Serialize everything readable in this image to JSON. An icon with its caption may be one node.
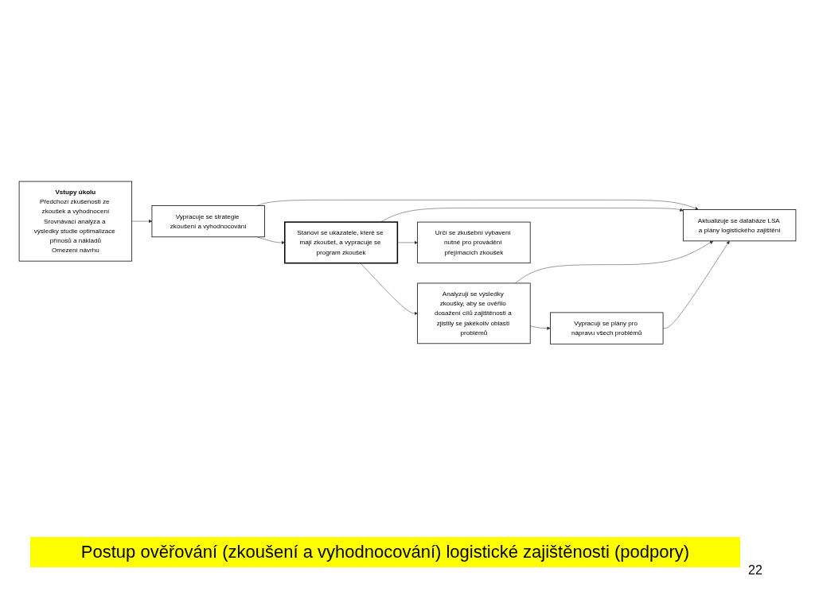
{
  "diagram": {
    "caption": "Postup ověřování (zkoušení a vyhodnocování) logistické zajištěnosti (podpory)",
    "nodes": [
      {
        "text": [
          "Vstupy úkolu",
          "Předchozí zkušenosti ze zkoušek a vyhodnocení",
          "Srovnávací analýza a výsledky studie optimalizace přínosů a nákladů",
          "Omezení návrhu"
        ]
      },
      {
        "text": [
          "Vypracuje se strategie zkoušení a vyhodnocování"
        ]
      },
      {
        "text": [
          "Aktualizuje se databáze LSA a plány logistického zajištění"
        ]
      },
      {
        "text": [
          "Určí se zkušební vybavení nutné pro provádění přejímacích zkoušek"
        ]
      },
      {
        "text": [
          "Stanoví se ukazatele, které se mají zkoušet, a vypracuje se program zkoušek"
        ]
      },
      {
        "text": [
          "Analyzují se výsledky zkoušky, aby se ověřilo dosažení cílů zajištěnosti a zjistily se jakékoliv oblasti problémů"
        ]
      },
      {
        "text": [
          "Vypracují se plány pro nápravu všech problémů"
        ]
      }
    ],
    "edges": [
      {
        "from": 0,
        "to": 1,
        "arrow": "to"
      },
      {
        "from": 1,
        "to": 2,
        "arrow": "to"
      },
      {
        "from": 4,
        "to": 2,
        "arrow": "to"
      },
      {
        "from": 5,
        "to": 2,
        "arrow": "to"
      },
      {
        "from": 1,
        "to": 4,
        "arrow": "to"
      },
      {
        "from": 4,
        "to": 3,
        "arrow": "to"
      },
      {
        "from": 4,
        "to": 5,
        "arrow": "to"
      },
      {
        "from": 5,
        "to": 6,
        "arrow": "to"
      },
      {
        "from": 6,
        "to": 2,
        "arrow": "to"
      }
    ],
    "labels": [
      "22"
    ]
  }
}
